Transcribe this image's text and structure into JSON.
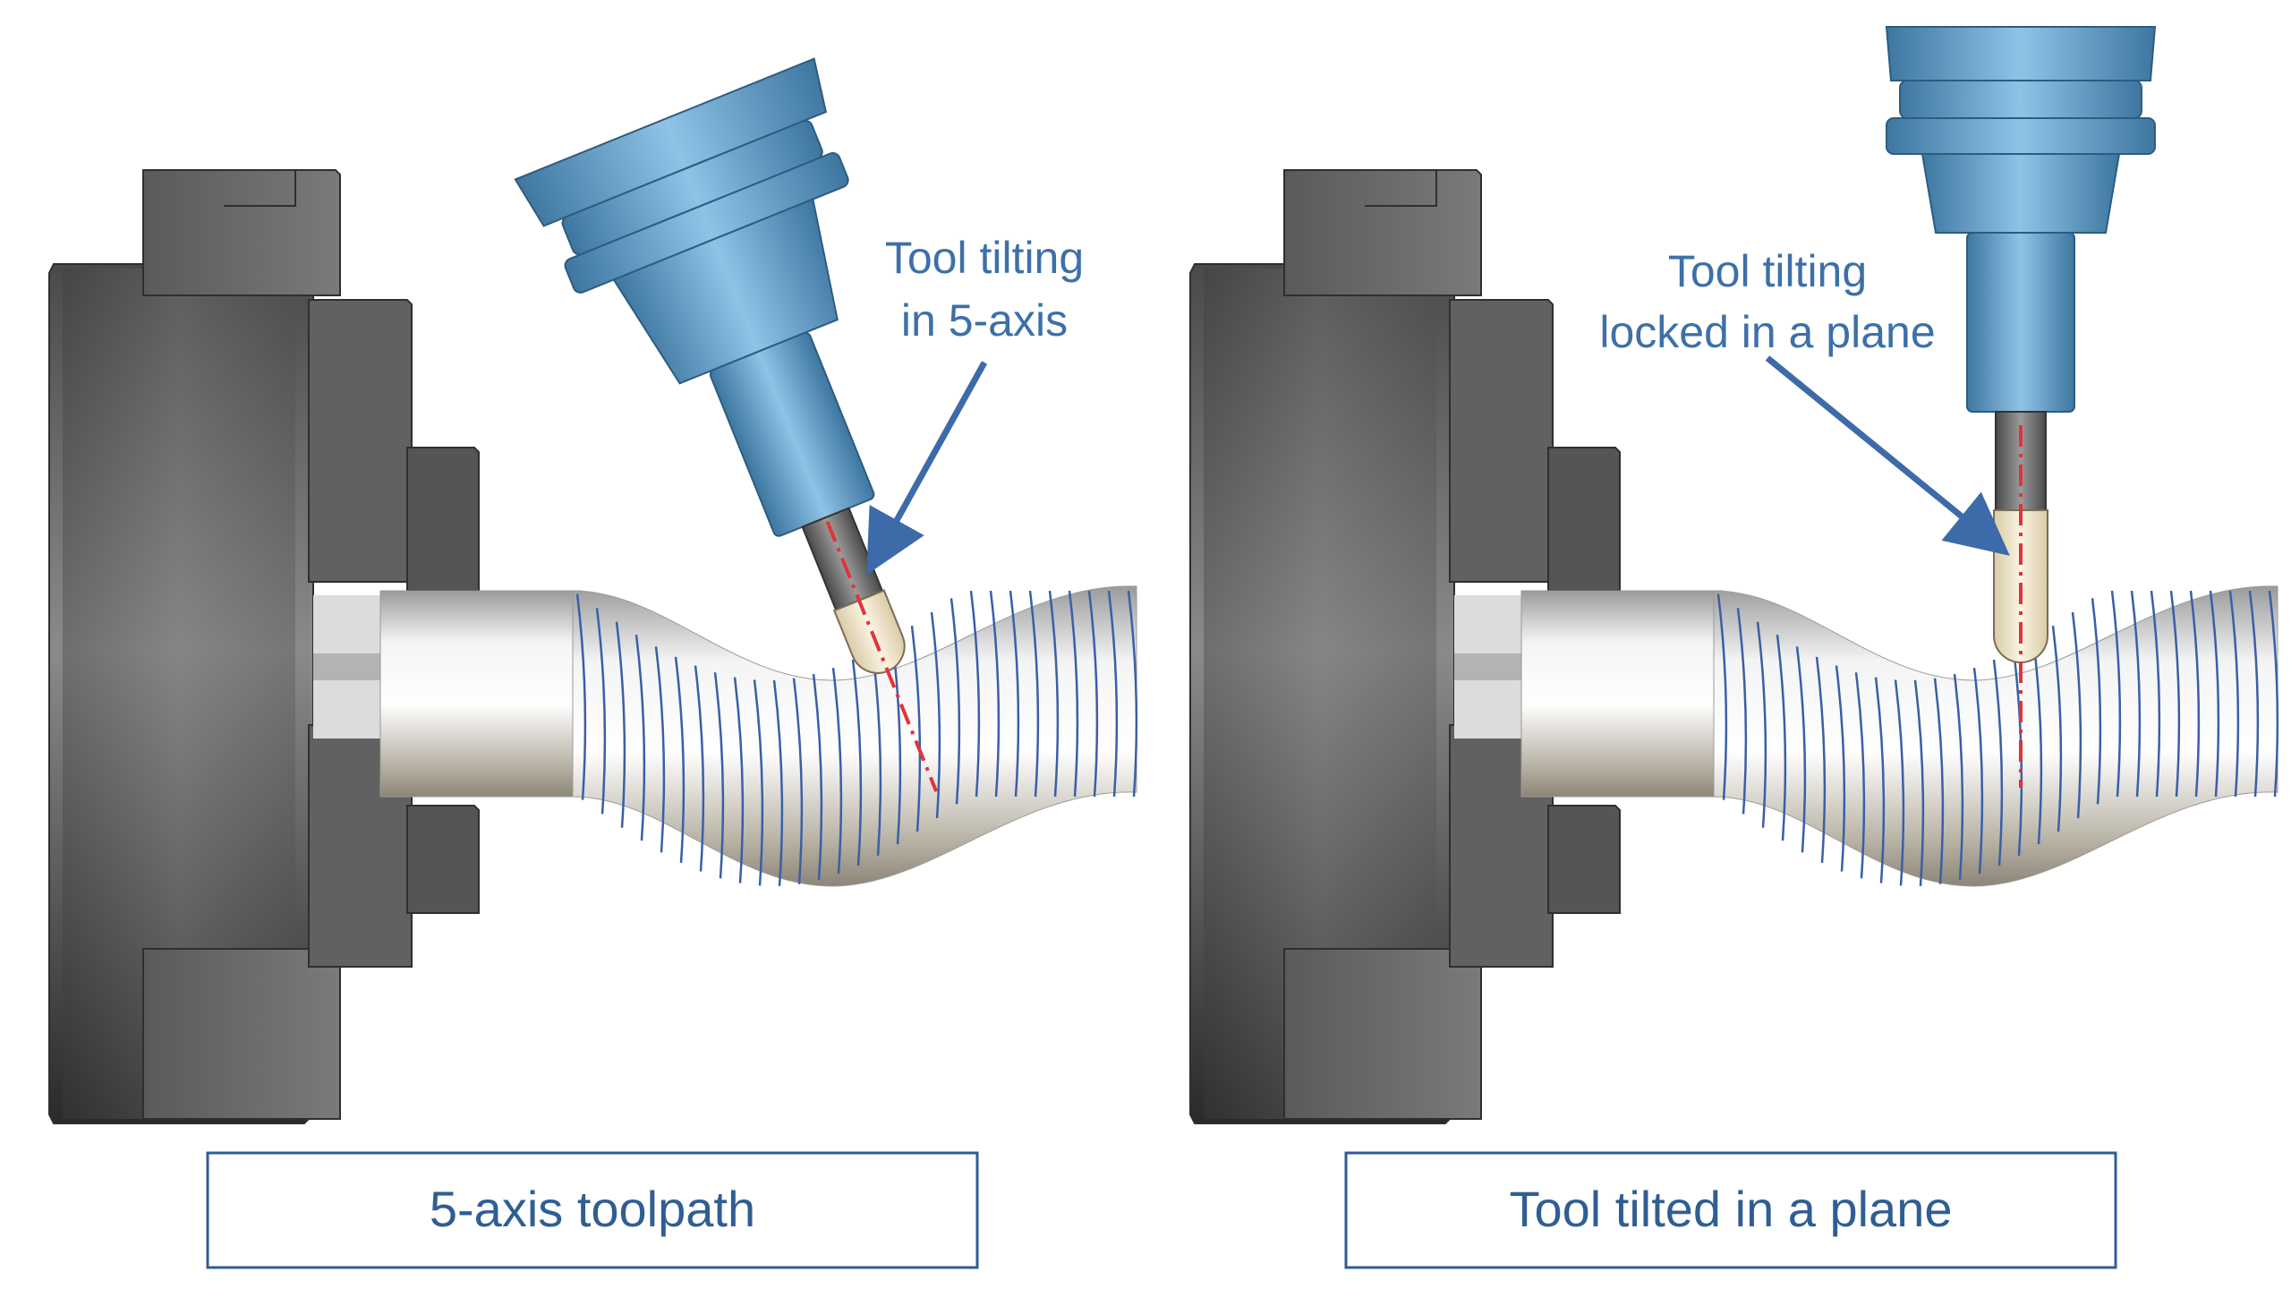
{
  "panels": [
    {
      "caption": "5-axis toolpath",
      "callout": [
        "Tool tilting",
        "in 5-axis"
      ]
    },
    {
      "caption": "Tool tilted in a plane",
      "callout": [
        "Tool tilting",
        "locked in a plane"
      ]
    }
  ],
  "colors": {
    "caption_text": "#2f5e93",
    "caption_border": "#2f5e93",
    "callout_text": "#3d70a8",
    "arrow": "#3d6aa8",
    "toolpath_lines": "#3a5fa8",
    "tool_axis": "#e0343b",
    "tool_holder": "#5d9bc6",
    "chuck": "#5a5a5a"
  }
}
